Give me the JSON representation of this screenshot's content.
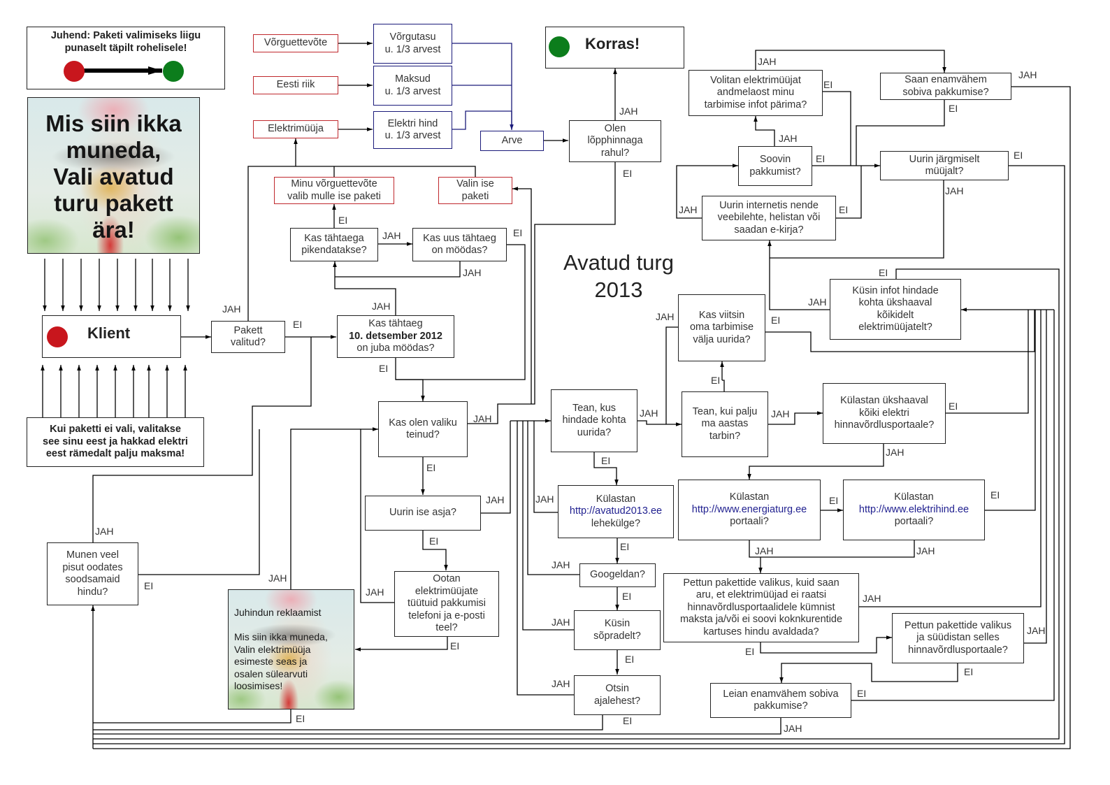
{
  "diagram_title": "Avatud turg\n2013",
  "guide": {
    "text": "Juhend: Paketi valimiseks liigu\npunaselt täpilt rohelisele!",
    "start_color": "#c8161d",
    "end_color": "#0c7d1c"
  },
  "banner": {
    "text": "Mis siin ikka\nmuneda,\nVali avatud\nturu pakett\nära!"
  },
  "start": {
    "label": "Klient",
    "dot_color": "#c8161d"
  },
  "end": {
    "label": "Korras!",
    "dot_color": "#0c7d1c"
  },
  "warning": "Kui paketti ei vali, valitakse\nsee sinu eest ja hakkad elektri\neest rämedalt palju maksma!",
  "bill": {
    "sources": [
      "Võrguettevõte",
      "Eesti riik",
      "Elektrimüüja"
    ],
    "components": [
      "Võrgutasu\nu. 1/3 arvest",
      "Maksud\nu. 1/3 arvest",
      "Elektri hind\nu. 1/3 arvest"
    ],
    "total": "Arve"
  },
  "nodes": {
    "pakett_valitud": "Pakett\nvalitud?",
    "tahtaeg_pre": "Kas tähtaeg",
    "tahtaeg_date": "10. detsember 2012",
    "tahtaeg_post": "on juba möödas?",
    "pikendatakse": "Kas tähtaega\npikendatakse?",
    "uus_tahtaeg": "Kas uus tähtaeg\non möödas?",
    "vorguettevote_valib": "Minu võrguettevõte\nvalib mulle ise paketi",
    "valin_ise": "Valin ise\npaketi",
    "valiku_teinud": "Kas olen valiku\nteinud?",
    "uurin_ise": "Uurin ise asja?",
    "ootan": "Ootan\nelektrimüüjate\ntüütuid pakkumisi\ntelefoni ja  e-posti\nteel?",
    "reklaam": "Juhindun reklaamist\n\nMis siin ikka muneda,\nValin elektrimüüja\nesimeste seas ja\nosalen sülearvuti\nloosimises!",
    "munen": "Munen veel\npisut oodates\nsoodsamaid\nhindu?",
    "lopphind": "Olen\nlõpphinnaga\nrahul?",
    "tean_kus": "Tean, kus\nhindade kohta\nuurida?",
    "avatud_pre": "Külastan",
    "avatud_link": "http://avatud2013.ee",
    "avatud_post": "lehekülge?",
    "googeldan": "Googeldan?",
    "sopradelt": "Küsin\nsõpradelt?",
    "ajalehest": "Otsin\najalehest?",
    "tean_palju": "Tean, kui palju\nma aastas\ntarbin?",
    "viitsin": "Kas viitsin\noma tarbimise\nvälja uurida?",
    "kulastan_kik": "Külastan ükshaaval\nkõiki elektri\nhinnavõrdlusportaale?",
    "energiaturg_pre": "Külastan",
    "energiaturg_link": "http://www.energiaturg.ee",
    "energiaturg_post": "portaali?",
    "elektrihind_pre": "Külastan",
    "elektrihind_link": "http://www.elektrihind.ee",
    "elektrihind_post": "portaali?",
    "pettun_saan_aru": "Pettun pakettide valikus, kuid saan\naru, et elektrimüüjad ei raatsi\nhinnavõrdlusportaalidele kümnist\nmaksta ja/või ei soovi koknkurentide\nkartuses hindu avaldada?",
    "pettun_suudistan": "Pettun pakettide valikus\nja süüdistan selles\nhinnavõrdlusportaale?",
    "leian": "Leian enamvähem sobiva\npakkumise?",
    "kusin_infot": "Küsin infot hindade\nkohta ükshaaval\nkõikidelt\nelektrimüüjatelt?",
    "uurin_internetis": "Uurin internetis nende\nveebilehte, helistan või\nsaadan e-kirja?",
    "soovin": "Soovin\npakkumist?",
    "volitan": "Volitan elektrimüüjat\nandmelaost minu\ntarbimise infot pärima?",
    "saan": "Saan enamvähem\nsobiva pakkumise?",
    "jargmiselt": "Uurin järgmiselt\nmüüjalt?"
  },
  "answers": {
    "yes": "JAH",
    "no": "EI"
  }
}
